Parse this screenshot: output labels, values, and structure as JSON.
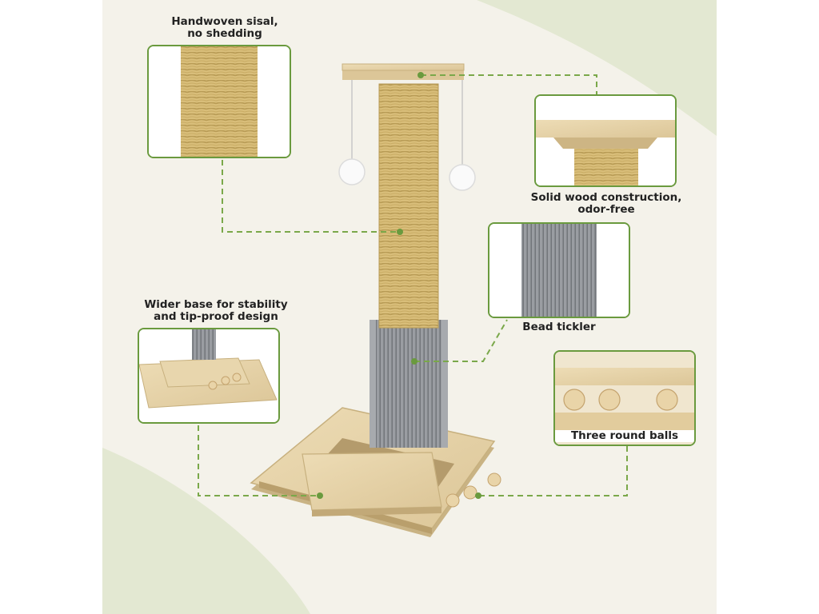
{
  "labels": {
    "sisal": {
      "line1": "Handwoven sisal,",
      "line2": "no shedding"
    },
    "wood": {
      "line1": "Solid wood construction,",
      "line2": "odor-free"
    },
    "tickler": "Bead tickler",
    "base": {
      "line1": "Wider base for stability",
      "line2": "and tip-proof design"
    },
    "balls": "Three round balls"
  },
  "colors": {
    "accent_green": "#6a9a3e",
    "leader_green": "#7aa84a",
    "background_cream": "#f4f2ea",
    "background_sage": "#e3e8d2",
    "wood": "#e6d3a8",
    "sisal": "#d9be7a",
    "bristle_grey": "#8d9095"
  },
  "icons": [
    "pom-pom-ball-icon",
    "wooden-ball-icon"
  ]
}
